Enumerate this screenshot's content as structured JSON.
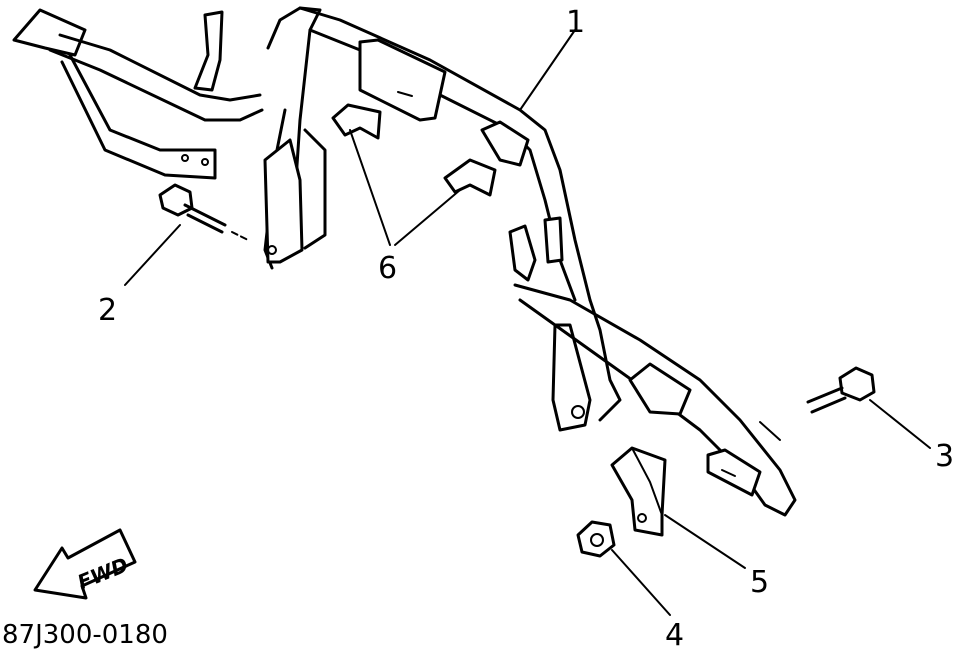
{
  "diagram": {
    "part_code": "87J300-0180",
    "direction_label": "FWD",
    "callouts": [
      {
        "id": "1",
        "label": "1"
      },
      {
        "id": "2",
        "label": "2"
      },
      {
        "id": "3",
        "label": "3"
      },
      {
        "id": "4",
        "label": "4"
      },
      {
        "id": "5",
        "label": "5"
      },
      {
        "id": "6",
        "label": "6"
      }
    ]
  }
}
